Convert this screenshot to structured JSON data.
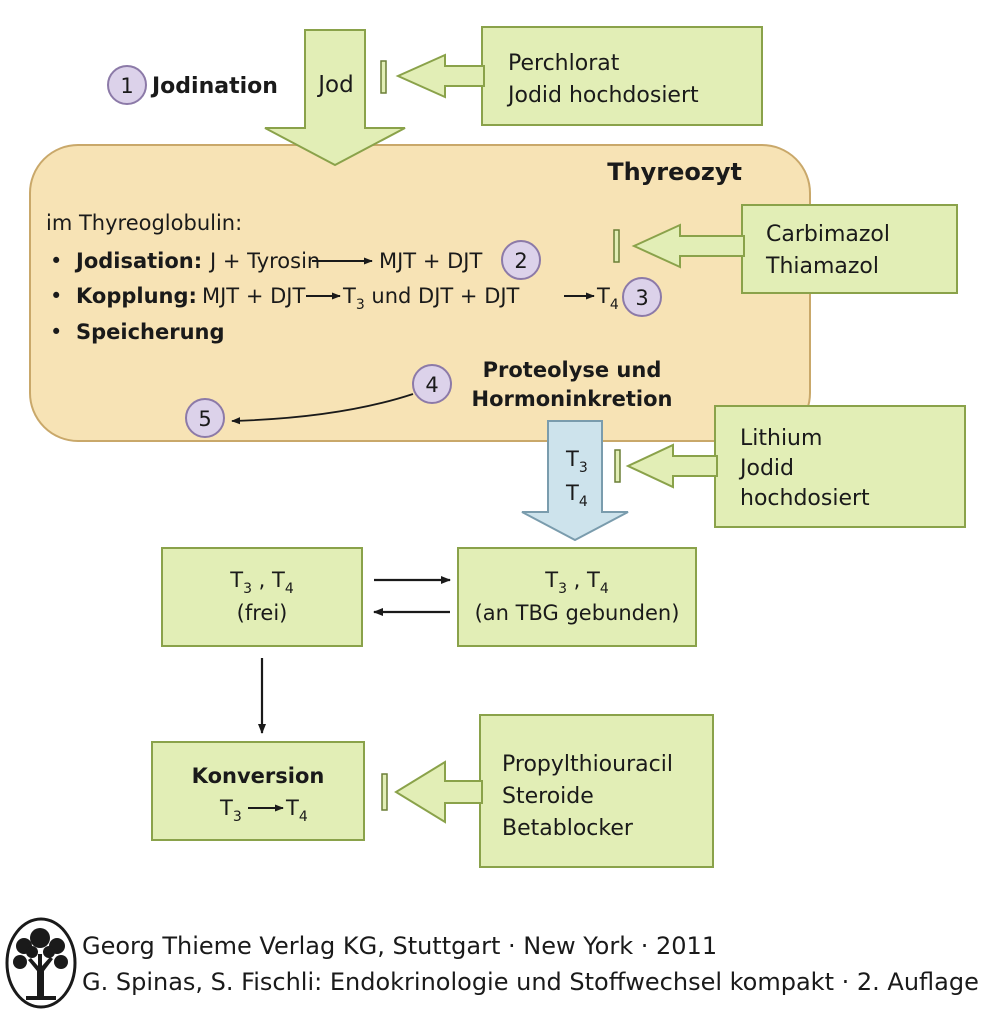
{
  "steps": {
    "n1": "1",
    "n2": "2",
    "n3": "3",
    "n4": "4",
    "n5": "5",
    "jodination": "Jodination"
  },
  "jod_arrow": {
    "label": "Jod"
  },
  "inhibitor1": {
    "line1": "Perchlorat",
    "line2": "Jodid hochdosiert"
  },
  "thyreozyt": {
    "title": "Thyreozyt",
    "intro": "im Thyreoglobulin:",
    "bullet": "•",
    "jodisation_label": "Jodisation:",
    "jodisation_eq_a": "J + Tyrosin",
    "jodisation_eq_b": "MJT + DJT",
    "kopplung_label": "Kopplung:",
    "kopplung_a": "MJT + DJT",
    "kopplung_b": "T",
    "kopplung_b_sub": "3",
    "kopplung_c": " und DJT + DJT",
    "kopplung_d": "T",
    "kopplung_d_sub": "4",
    "speicherung": "Speicherung",
    "proteolyse_line1": "Proteolyse und",
    "proteolyse_line2": "Hormoninkretion"
  },
  "inhibitor2": {
    "line1": "Carbimazol",
    "line2": "Thiamazol"
  },
  "inhibitor3": {
    "line1": "Lithium",
    "line2": "Jodid",
    "line3": "hochdosiert"
  },
  "release_arrow": {
    "t3": "T",
    "t3_sub": "3",
    "t4": "T",
    "t4_sub": "4"
  },
  "free_box": {
    "t_a": "T",
    "sub_a": "3",
    "sep": " , ",
    "t_b": "T",
    "sub_b": "4",
    "line2": "(frei)"
  },
  "bound_box": {
    "t_a": "T",
    "sub_a": "3",
    "sep": " , ",
    "t_b": "T",
    "sub_b": "4",
    "line2": "(an TBG gebunden)"
  },
  "conversion_box": {
    "title": "Konversion",
    "t_a": "T",
    "sub_a": "3",
    "t_b": "T",
    "sub_b": "4"
  },
  "inhibitor4": {
    "line1": "Propylthiouracil",
    "line2": "Steroide",
    "line3": "Betablocker"
  },
  "footer": {
    "line1": "Georg Thieme Verlag KG, Stuttgart · New York · 2011",
    "line2": "G. Spinas, S. Fischli: Endokrinologie und Stoffwechsel kompakt · 2. Auflage"
  },
  "colors": {
    "box_fill": "#e2eeb6",
    "box_stroke": "#8aa24a",
    "cell_fill": "#f7e3b5",
    "cell_stroke": "#c9a86a",
    "circle_fill": "#dcd2ea",
    "circle_stroke": "#8c7aa8",
    "release_fill": "#cde3ec",
    "release_stroke": "#7a9cad"
  }
}
